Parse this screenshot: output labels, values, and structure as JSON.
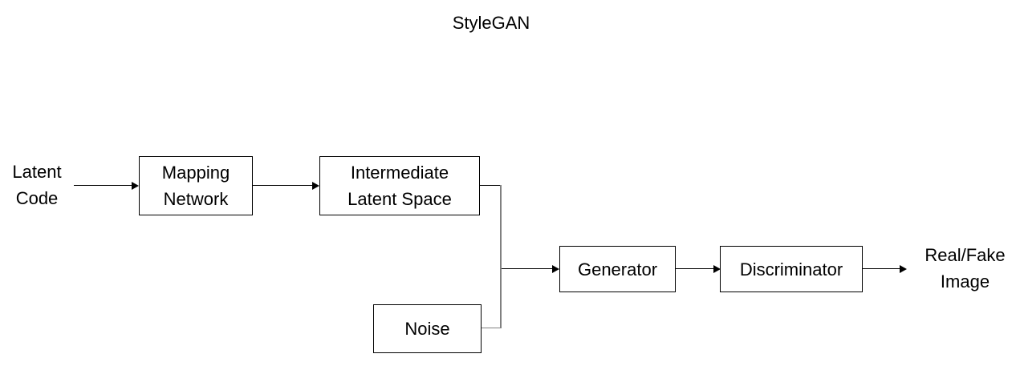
{
  "title": "StyleGAN",
  "colors": {
    "background": "#ffffff",
    "box_border": "#000000",
    "text": "#000000",
    "arrow": "#000000",
    "elbow_connector": "#808080"
  },
  "nodes": {
    "latent_code": {
      "label": "Latent\nCode",
      "shape": "text"
    },
    "mapping_network": {
      "label": "Mapping\nNetwork",
      "shape": "box"
    },
    "intermediate_latent_space": {
      "label": "Intermediate\nLatent Space",
      "shape": "box"
    },
    "noise": {
      "label": "Noise",
      "shape": "box"
    },
    "generator": {
      "label": "Generator",
      "shape": "box"
    },
    "discriminator": {
      "label": "Discriminator",
      "shape": "box"
    },
    "real_fake_image": {
      "label": "Real/Fake\nImage",
      "shape": "text"
    }
  },
  "edges": [
    {
      "from": "latent_code",
      "to": "mapping_network",
      "style": "arrow"
    },
    {
      "from": "mapping_network",
      "to": "intermediate_latent_space",
      "style": "arrow"
    },
    {
      "from": "intermediate_latent_space",
      "to": "junction",
      "style": "elbow"
    },
    {
      "from": "noise",
      "to": "junction",
      "style": "elbow"
    },
    {
      "from": "junction",
      "to": "generator",
      "style": "arrow"
    },
    {
      "from": "generator",
      "to": "discriminator",
      "style": "arrow"
    },
    {
      "from": "discriminator",
      "to": "real_fake_image",
      "style": "arrow"
    }
  ]
}
